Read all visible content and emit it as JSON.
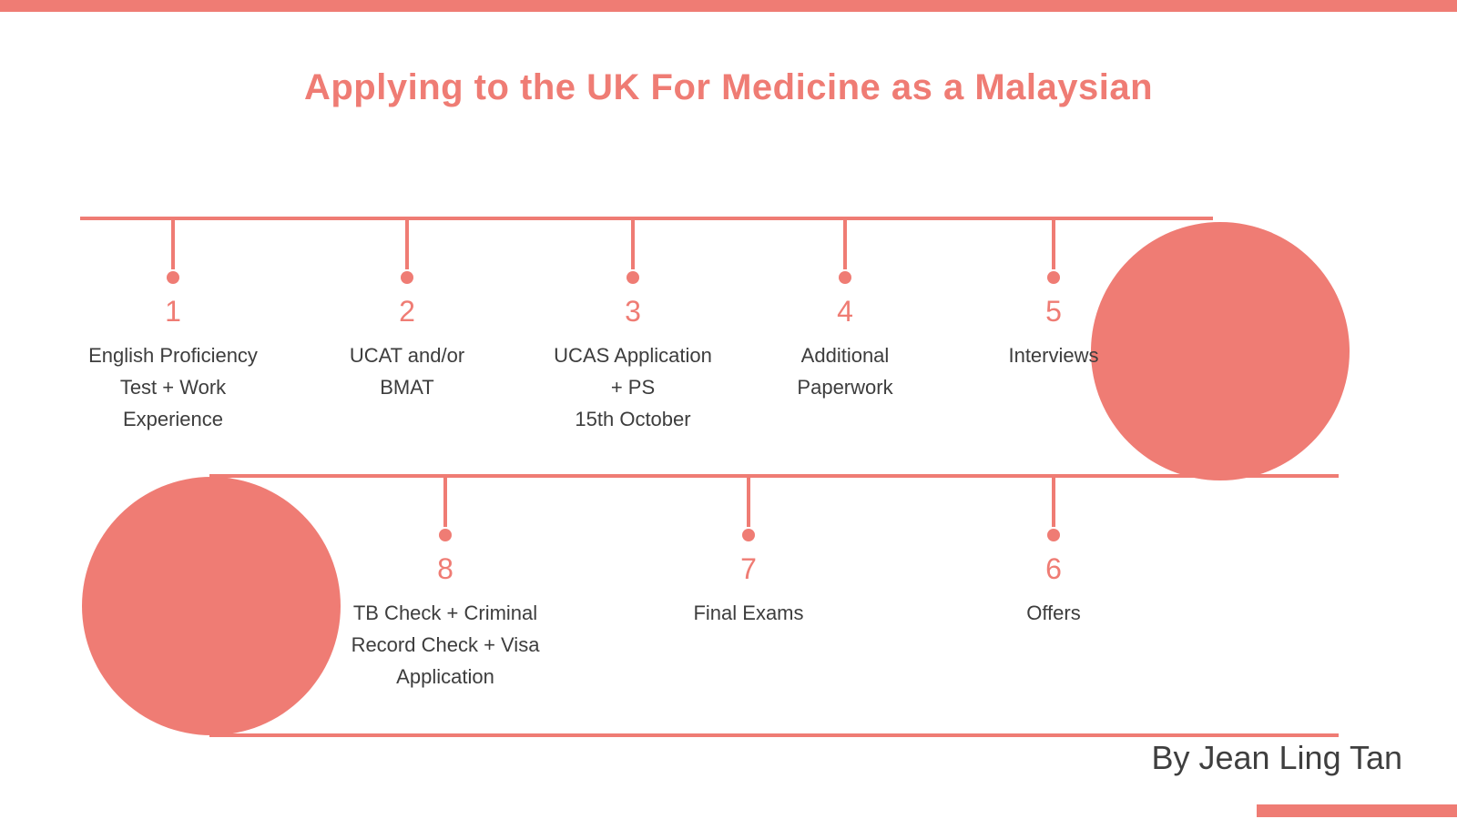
{
  "title": "Applying to the UK For Medicine as a Malaysian",
  "credit": "By Jean Ling Tan",
  "colors": {
    "accent": "#ef7c74",
    "text": "#3d3d3d"
  },
  "timeline_top": {
    "steps": [
      {
        "number": "1",
        "label": "English Proficiency\nTest + Work\nExperience"
      },
      {
        "number": "2",
        "label": "UCAT and/or\nBMAT"
      },
      {
        "number": "3",
        "label": "UCAS Application\n+ PS\n15th October"
      },
      {
        "number": "4",
        "label": "Additional\nPaperwork"
      },
      {
        "number": "5",
        "label": "Interviews"
      }
    ]
  },
  "timeline_bottom": {
    "steps": [
      {
        "number": "8",
        "label": "TB Check + Criminal\nRecord Check + Visa\nApplication"
      },
      {
        "number": "7",
        "label": "Final Exams"
      },
      {
        "number": "6",
        "label": "Offers"
      }
    ]
  }
}
